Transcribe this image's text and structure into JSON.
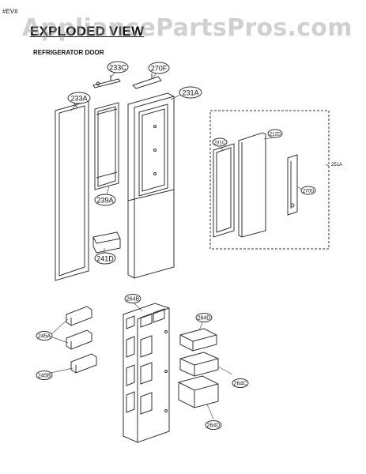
{
  "corner_tag": "#EV#",
  "heading": "EXPLODED VIEW",
  "subheading": "REFRIGERATOR DOOR",
  "watermark": "AppliancePartsPros.com",
  "callouts": {
    "c233C": "233C",
    "c270F": "270F",
    "c233A": "233A",
    "c231A": "231A",
    "c239A": "239A",
    "c241D": "241D",
    "c231C": "231C",
    "c212D": "212D",
    "c251A": "251A",
    "c270D": "270D",
    "c264B": "264B",
    "c264D_top": "264D",
    "c264C": "264C",
    "c264D_bot": "264D",
    "c245A": "245A",
    "c245B": "245B"
  }
}
